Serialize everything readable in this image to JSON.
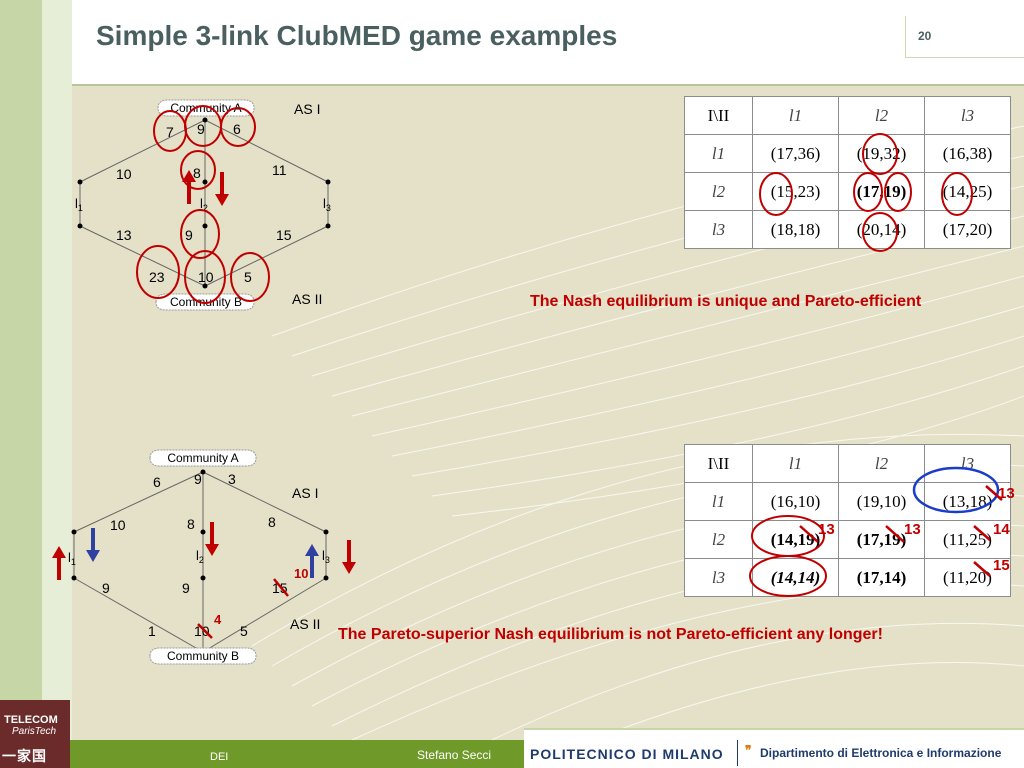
{
  "slide": {
    "title": "Simple 3-link ClubMED game examples",
    "page_number": "20"
  },
  "diagram_top": {
    "community_a": "Community A",
    "community_b": "Community  B",
    "as_top": "AS I",
    "as_bottom": "AS II",
    "link1": "l",
    "link1_sub": "1",
    "link2": "l",
    "link2_sub": "2",
    "link3": "l",
    "link3_sub": "3",
    "weights": {
      "top_left": "7",
      "top_mid": "9",
      "top_right": "6",
      "upper_left": "10",
      "upper_mid": "8",
      "upper_right": "11",
      "lower_left": "13",
      "lower_mid": "9",
      "lower_right": "15",
      "bottom_left": "23",
      "bottom_mid": "10",
      "bottom_right": "5"
    }
  },
  "diagram_bottom": {
    "community_a": "Community A",
    "community_b": "Community  B",
    "as_top": "AS I",
    "as_bottom": "AS II",
    "link1": "l",
    "link1_sub": "1",
    "link2": "l",
    "link2_sub": "2",
    "link3": "l",
    "link3_sub": "3",
    "weights": {
      "top_left": "6",
      "top_mid": "9",
      "top_right": "3",
      "upper_left": "10",
      "upper_mid": "8",
      "upper_right": "8",
      "lower_left": "9",
      "lower_mid": "9",
      "lower_right": "15",
      "bottom_left": "1",
      "bottom_mid": "10",
      "bottom_right": "5"
    },
    "changes": {
      "lower_right_new": "10",
      "bottom_mid_new": "4"
    }
  },
  "table_top": {
    "corner": "I\\II",
    "columns": [
      "l1",
      "l2",
      "l3"
    ],
    "rows": [
      {
        "label": "l1",
        "cells": [
          "(17,36)",
          "(19,32)",
          "(16,38)"
        ]
      },
      {
        "label": "l2",
        "cells": [
          "(15,23)",
          "(17,19)",
          "(14,25)"
        ]
      },
      {
        "label": "l3",
        "cells": [
          "(18,18)",
          "(20,14)",
          "(17,20)"
        ]
      }
    ]
  },
  "table_bottom": {
    "corner": "I\\II",
    "columns": [
      "l1",
      "l2",
      "l3"
    ],
    "rows": [
      {
        "label": "l1",
        "cells": [
          "(16,10)",
          "(19,10)",
          "(13,18)"
        ]
      },
      {
        "label": "l2",
        "cells": [
          "(14,19)",
          "(17,19)",
          "(11,25)"
        ]
      },
      {
        "label": "l3",
        "cells": [
          "(14,14)",
          "(17,14)",
          "(11,20)"
        ]
      }
    ],
    "annotations": [
      "13",
      "13",
      "13",
      "14",
      "15"
    ]
  },
  "statements": {
    "top": "The Nash equilibrium is unique and Pareto-efficient",
    "bottom": "The Pareto-superior Nash equilibrium is not Pareto-efficient any longer!"
  },
  "footer": {
    "logo_line1": "TELECOM",
    "logo_line2": "ParisTech",
    "logo_mark": "一家国",
    "dept": "DEI",
    "author": "Stefano Secci",
    "university": "POLITECNICO DI MILANO",
    "department_name": "Dipartimento di Elettronica e Informazione"
  },
  "colors": {
    "title": "#4a5f5f",
    "stripe": "#c7d6a6",
    "background": "#e4e1c8",
    "annotation_red": "#c00000",
    "annotation_blue": "#1a3cc8",
    "arrow_blue": "#3040a0",
    "footer_green": "#6f9a2a",
    "polimi_blue": "#1f3b6e"
  }
}
